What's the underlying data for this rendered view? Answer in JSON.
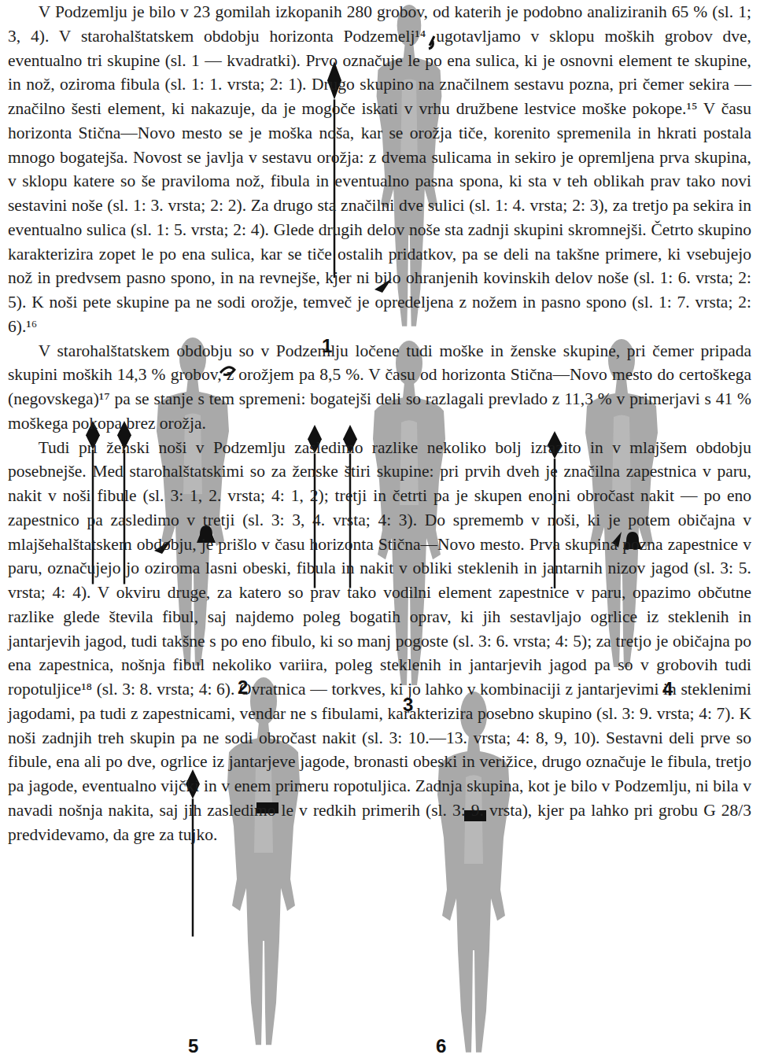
{
  "diagram": {
    "labels": [
      "V Podzemlju je bilo v 23 gomilah izkopanih 280 grobov, od katerih je podobno analiziranih 65 % (sl. 1; 3, 4). V starohalštatskem obdobju horizonta Podzemelj¹⁴ ugotavljamo v sklopu moških grobov dve, eventualno tri skupine (sl. 1 — kvadratki). Prvo označuje le po ena sulica, ki je osnovni element te skupine, in nož, oziroma fibula (sl. 1: 1. vrsta; 2: 1). Drugo skupino na značilnem sestavu pozna, pri čemer sekira — značilno šesti element, ki nakazuje, da je mogoče iskati v vrhu družbene lestvice moške pokope.¹⁵ V času horizonta Stična—Novo mesto se je moška noša, kar se orožja tiče, korenito spremenila in hkrati postala mnogo bogatejša. Novost se javlja v sestavu orožja: z dvema sulicama in sekiro je opremljena prva skupina, v sklopu katere so še praviloma nož, fibula in eventualno pasna spona, ki sta v teh oblikah prav tako novi sestavini noše (sl. 1: 3. vrsta; 2: 2). Za drugo sta značilni dve sulici (sl. 1: 4. vrsta; 2: 3), za tretjo pa sekira in eventualno sulica (sl. 1: 5. vrsta; 2: 4). Glede drugih delov noše sta zadnji skupini skromnejši. Četrto skupino karakterizira zopet le po ena sulica, kar se tiče ostalih pridatkov, pa se deli na takšne primere, ki vsebujejo nož in predvsem pasno spono, in na revnejše, kjer ni bilo ohranjenih kovinskih delov noše (sl. 1: 6. vrsta; 2: 5). K noši pete skupine pa ne sodi orožje, temveč je opredeljena z nožem in pasno spono (sl. 1: 7. vrsta; 2: 6).¹⁶",
      "V starohalštatskem obdobju so v Podzemlju ločene tudi moške in ženske skupine, pri čemer pripada skupini moških 14,3 % grobov, z orožjem pa 8,5 %. V času od horizonta Stična—Novo mesto do certoškega (negovskega)¹⁷ pa se stanje s tem spremeni: bogatejši deli so razlagali prevlado z 11,3 % v primerjavi s 41 % moškega pokopa brez orožja.",
      "Tudi pri ženski noši v Podzemlju zasledimo razlike nekoliko bolj izrazito in v mlajšem obdobju posebnejše. Med starohalštatskimi so za ženske štiri skupine: pri prvih dveh je značilna zapestnica v paru, nakit v noši fibule (sl. 3: 1, 2. vrsta; 4: 1, 2); tretji in četrti pa je skupen enojni obročast nakit — po eno zapestnico pa zasledimo v tretji (sl. 3: 3, 4. vrsta; 4: 3). Do sprememb v noši, ki je potem običajna v mlajšehalštatskem obdobju, je prišlo v času horizonta Stična—Novo mesto. Prva skupina pozna zapestnice v paru, označujejo jo oziroma lasni obeski, fibula in nakit v obliki steklenih in jantarnih nizov jagod (sl. 3: 5. vrsta; 4: 4). V okviru druge, za katero so prav tako vodilni element zapestnice v paru, opazimo občutne razlike glede števila fibul, saj najdemo poleg bogatih oprav, ki jih sestavljajo ogrlice iz steklenih in jantarjevih jagod, tudi takšne s po eno fibulo, ki so manj pogoste (sl. 3: 6. vrsta; 4: 5); za tretjo je običajna po ena zapestnica, nošnja fibul nekoliko variira, poleg steklenih in jantarjevih jagod pa so v grobovih tudi ropotuljice¹⁸ (sl. 3: 8. vrsta; 4: 6). Ovratnica — torkves, ki jo lahko v kombinaciji z jantarjevimi in steklenimi jagodami, pa tudi z zapestnicami, vendar ne s fibulami, karakterizira posebno skupino (sl. 3: 9. vrsta; 4: 7). K noši zadnjih treh skupin pa ne sodi obročast nakit (sl. 3: 10.—13. vrsta; 4: 8, 9, 10). Sestavni deli prve so fibule, ena ali po dve, ogrlice iz jantarjeve jagode, bronasti obeski in verižice, drugo označuje le fibula, tretjo pa jagode, eventualno vijčki in v enem primeru ropotuljica. Zadnja skupina, kot je bilo v Podzemlju, ni bila v navadi nošnja nakita, saj jih zasledimo le v redkih primerih (sl. 3: 9. vrsta), kjer pa lahko pri grobu G 28/3 predvidevamo, da gre za tujko.",
      "1",
      "2",
      "3",
      "4",
      "5",
      "6"
    ]
  }
}
